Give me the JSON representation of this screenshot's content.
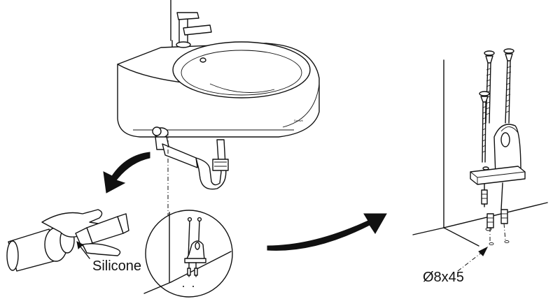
{
  "labels": {
    "sealant": "Silicone",
    "drill_spec": "Ø8x45"
  },
  "icons": [
    "washbasin-illustration",
    "sealant-tube-icon",
    "bracket-detail-icon",
    "curved-arrow-icon",
    "screw-icon",
    "dowel-icon"
  ],
  "colors": {
    "ink": "#111111",
    "paper": "#ffffff"
  }
}
